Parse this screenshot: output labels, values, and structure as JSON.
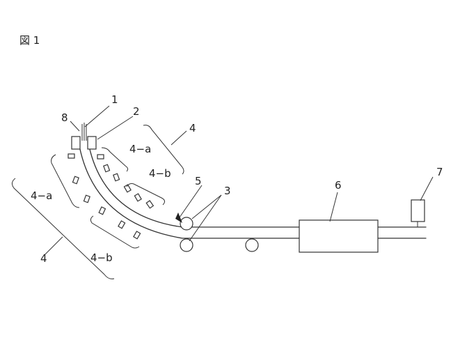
{
  "figure": {
    "title": "図 1"
  },
  "labels": {
    "l1": "1",
    "l2": "2",
    "l3": "3",
    "l4_top": "4",
    "l4_bottom": "4",
    "l4a_inner": "4−a",
    "l4a_outer": "4−a",
    "l4b_inner": "4−b",
    "l4b_outer": "4−b",
    "l5": "5",
    "l6": "6",
    "l7": "7",
    "l8": "8"
  }
}
